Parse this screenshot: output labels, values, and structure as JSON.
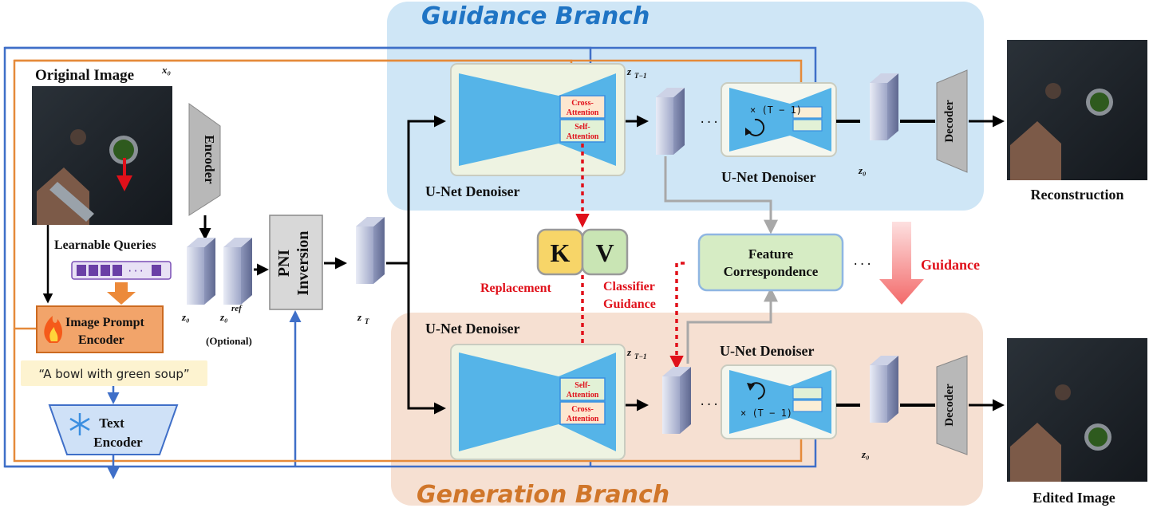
{
  "branches": {
    "guidance": "Guidance Branch",
    "generation": "Generation Branch"
  },
  "labels": {
    "original_image": "Original Image",
    "x0": "x₀",
    "learnable_queries": "Learnable Queries",
    "encoder": "Encoder",
    "image_prompt_encoder_line1": "Image Prompt",
    "image_prompt_encoder_line2": "Encoder",
    "prompt_text": "“A bowl with green soup”",
    "text_encoder_line1": "Text",
    "text_encoder_line2": "Encoder",
    "z0": "z₀",
    "z0_ref": "z₀",
    "ref_sup": "ref",
    "optional": "(Optional)",
    "pni_line1": "PNI",
    "pni_line2": "Inversion",
    "zT": "z",
    "zT_sub": "T",
    "unet_denoiser": "U-Net Denoiser",
    "zT1": "z",
    "zT1_sub": "T−1",
    "cross_attention_1": "Cross-",
    "cross_attention_2": "Attention",
    "self_attention_1": "Self-",
    "self_attention_2": "Attention",
    "repeat": "× (T − 1)",
    "ellipsis": "···",
    "decoder": "Decoder",
    "reconstruction": "Reconstruction",
    "edited_image": "Edited Image",
    "k": "K",
    "v": "V",
    "replacement": "Replacement",
    "classifier_1": "Classifier",
    "classifier_2": "Guidance",
    "feature_1": "Feature",
    "feature_2": "Correspondence",
    "guidance": "Guidance"
  },
  "colors": {
    "guidance_bg": "#cfe6f6",
    "generation_bg": "#f6e0d2",
    "guidance_title": "#1f74c4",
    "generation_title": "#d0762a",
    "orange_line": "#e58a3a",
    "blue_line": "#3f6fc8",
    "red": "#e0101a",
    "unet_blue": "#55b4e8",
    "k_yellow": "#f7d568",
    "v_green": "#c9e5b4",
    "feature_green": "#d6ecc4"
  },
  "icons": [
    "fire-icon",
    "snowflake-icon",
    "loop-arrow-icon"
  ]
}
